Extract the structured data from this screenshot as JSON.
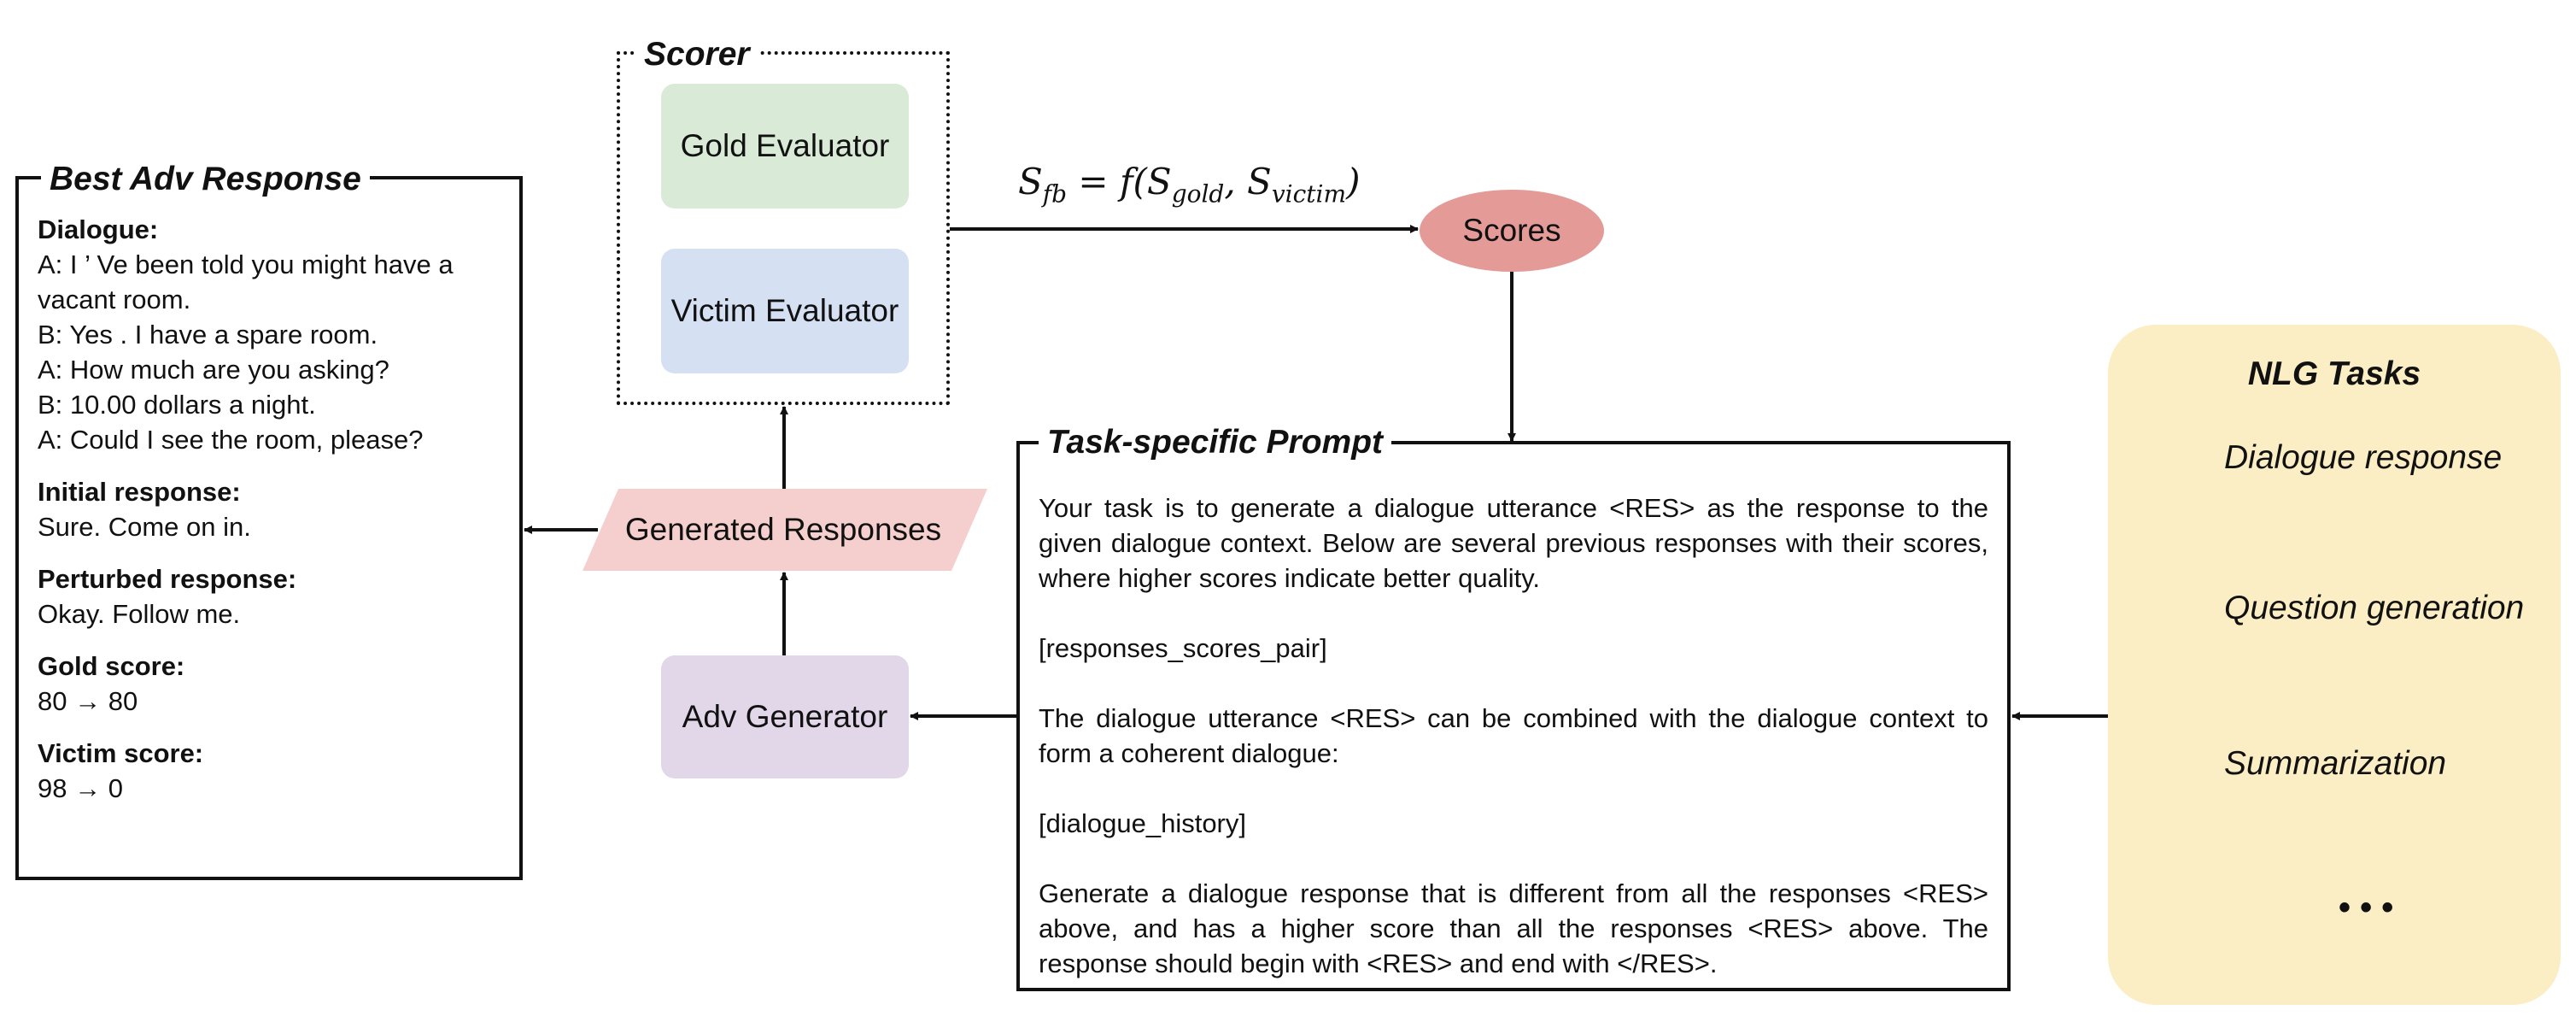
{
  "best_adv_response": {
    "title": "Best Adv Response",
    "dialogue_heading": "Dialogue:",
    "dialogue_lines": [
      "A: I ’ Ve been told you might have a vacant room.",
      "B: Yes . I have a spare room.",
      "A: How much are you asking?",
      "B: 10.00 dollars a night.",
      "A: Could I see the room, please?"
    ],
    "initial_heading": "Initial response:",
    "initial_text": "Sure. Come on in.",
    "perturbed_heading": "Perturbed response:",
    "perturbed_text": "Okay. Follow me.",
    "gold_heading": "Gold score:",
    "gold_text": "80 → 80",
    "victim_heading": "Victim score:",
    "victim_text": "98 → 0"
  },
  "scorer": {
    "title": "Scorer",
    "gold_evaluator": "Gold Evaluator",
    "victim_evaluator": "Victim Evaluator"
  },
  "generated_responses": "Generated Responses",
  "adv_generator": "Adv Generator",
  "scores": "Scores",
  "formula": {
    "lhs": "S",
    "lhs_sub": "fb",
    "mid": " = f(S",
    "sub1": "gold",
    "sep": ", S",
    "sub2": "victim",
    "end": ")"
  },
  "prompt": {
    "title": "Task-specific Prompt",
    "p1": "Your task is to generate a dialogue utterance <RES> as the response to the given dialogue context. Below are several previous responses with their scores, where higher scores indicate better quality.",
    "p2": "[responses_scores_pair]",
    "p3": "The dialogue utterance <RES> can be combined with the dialogue context to form a coherent dialogue:",
    "p4": "[dialogue_history]",
    "p5": "Generate a dialogue response that is different from all the responses <RES> above, and has a higher score than all the responses <RES> above. The response should begin with <RES> and end with </RES>."
  },
  "nlg_tasks": {
    "title": "NLG Tasks",
    "tasks": [
      "Dialogue response",
      "Question generation",
      "Summarization"
    ],
    "ellipsis": "• • •"
  },
  "colors": {
    "gold_evaluator": "#d9ead7",
    "victim_evaluator": "#d5e0f3",
    "adv_generator": "#e2d6e9",
    "generated_responses": "#f4cfcd",
    "scores": "#e49b98",
    "nlg_panel": "#fbeec4",
    "database_icon": "#a9a9a9"
  }
}
